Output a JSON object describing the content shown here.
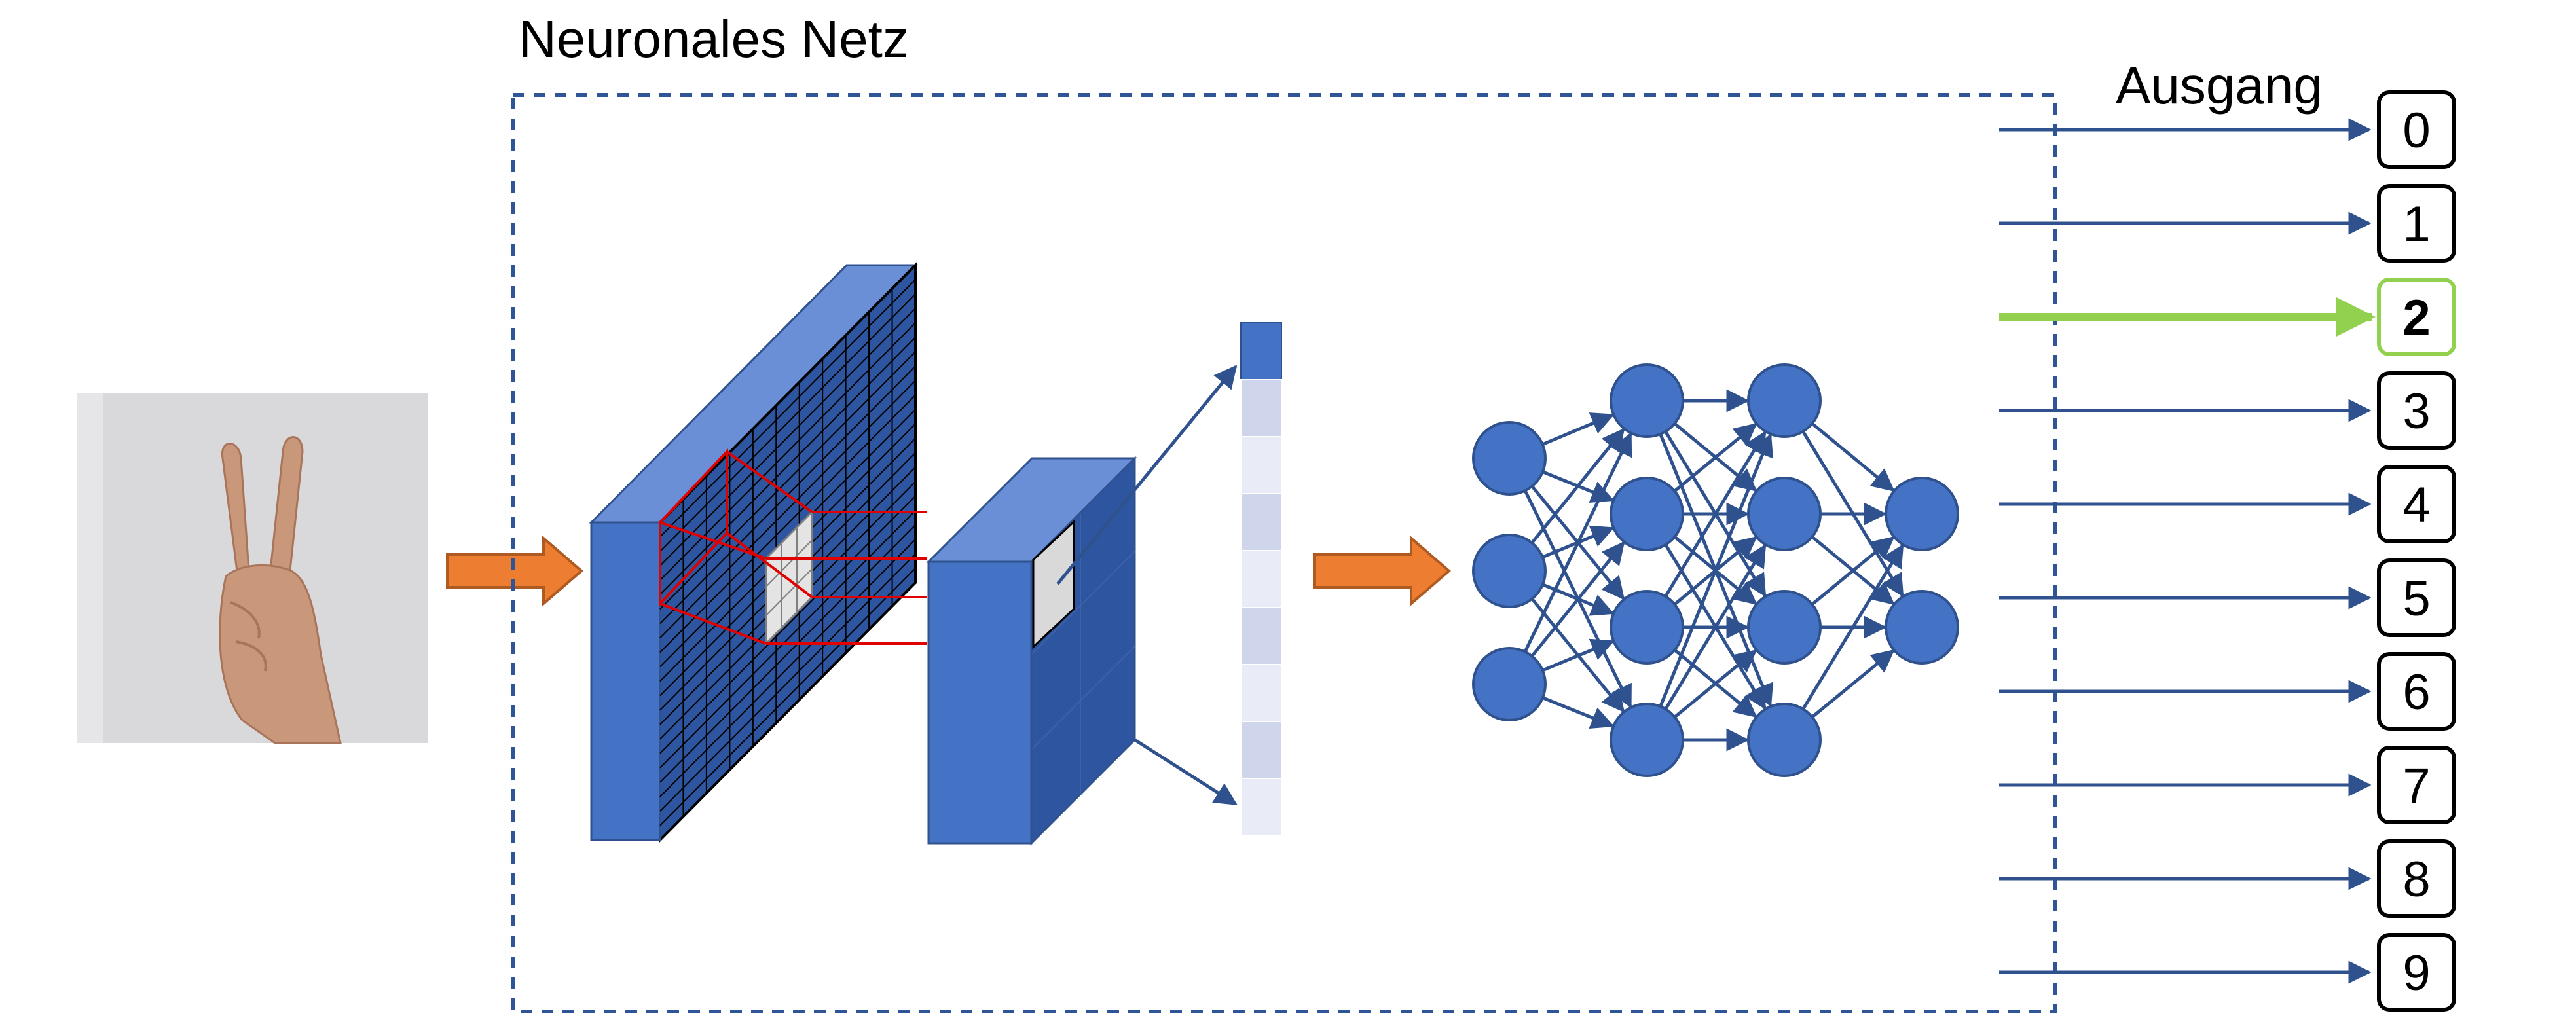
{
  "diagram": {
    "network_title": "Neuronales Netz",
    "output_title": "Ausgang",
    "outputs": [
      "0",
      "1",
      "2",
      "3",
      "4",
      "5",
      "6",
      "7",
      "8",
      "9"
    ],
    "active_output_index": 2,
    "colors": {
      "blue": "#4472C4",
      "blue_dark": "#2F528F",
      "blue_top": "#6A8FD6",
      "blue_deep": "#2E55A0",
      "orange": "#ED7D31",
      "orange_edge": "#AE5A21",
      "red": "#E00000",
      "green": "#92D050",
      "frame": "#2F5597",
      "vector_light": "#E9ECF6",
      "vector_mid": "#CFD5EA",
      "photo_bg": "#D9D9DB",
      "skin": "#C9977A",
      "skin_dark": "#A8755A"
    }
  }
}
